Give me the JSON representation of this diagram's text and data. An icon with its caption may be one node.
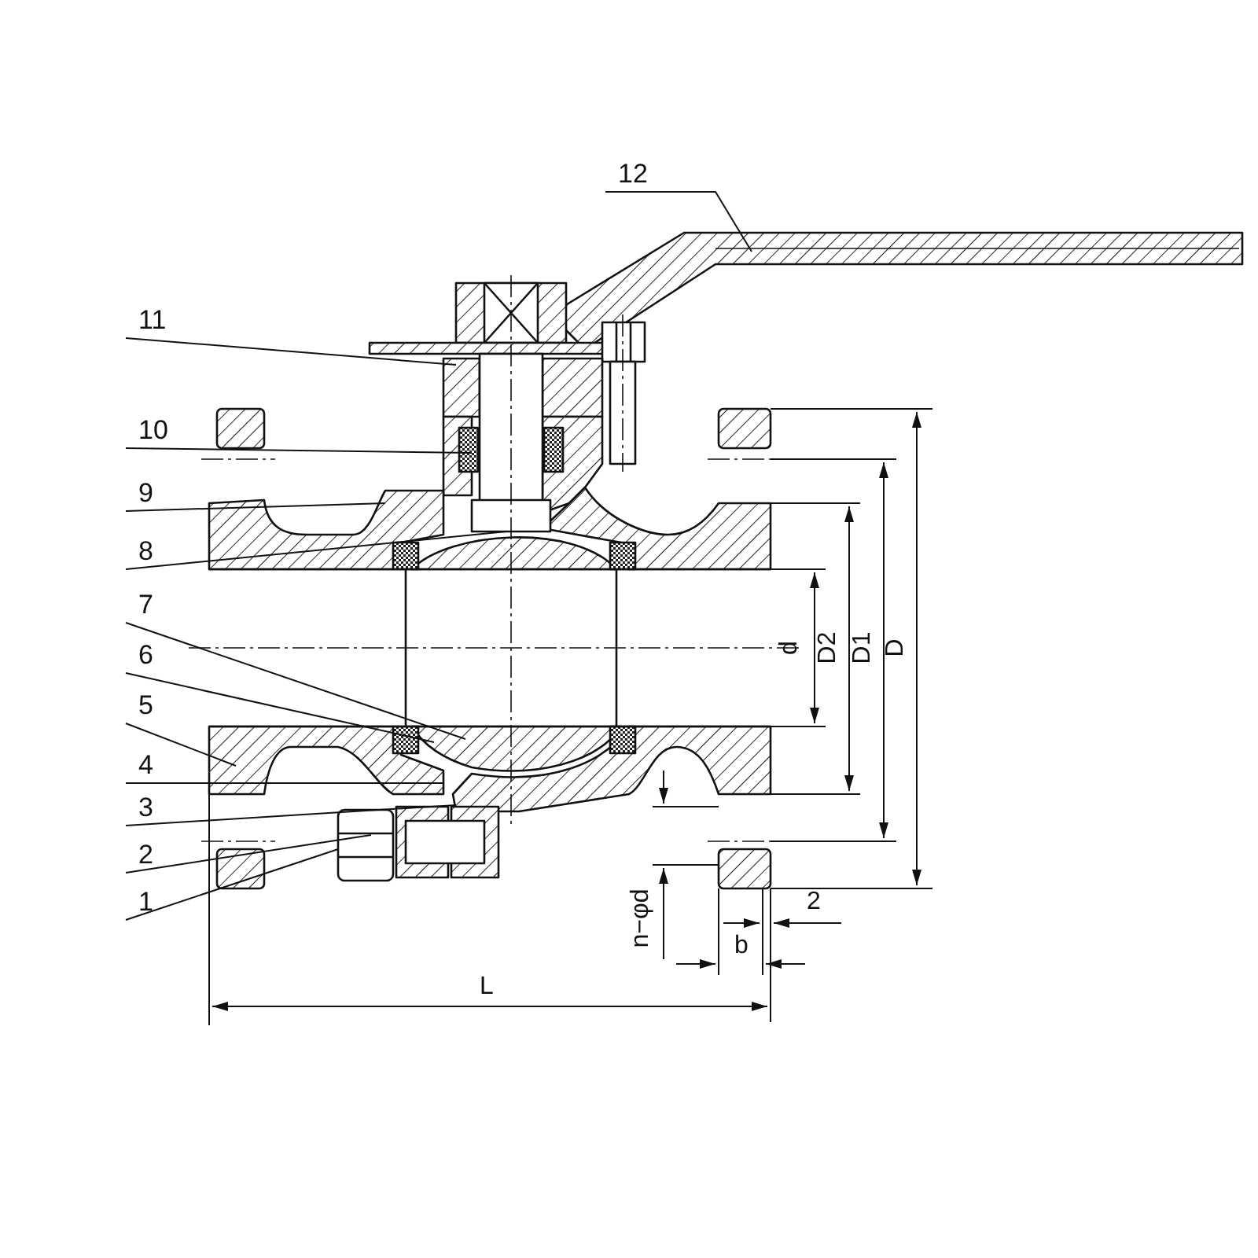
{
  "diagram": {
    "nodes": [
      {
        "text": [
          "12"
        ]
      },
      {
        "text": [
          "11"
        ]
      },
      {
        "text": [
          "10"
        ]
      },
      {
        "text": [
          "9"
        ]
      },
      {
        "text": [
          "8"
        ]
      },
      {
        "text": [
          "7"
        ]
      },
      {
        "text": [
          "6"
        ]
      },
      {
        "text": [
          "5"
        ]
      },
      {
        "text": [
          "4"
        ]
      },
      {
        "text": [
          "3"
        ]
      },
      {
        "text": [
          "2"
        ]
      },
      {
        "text": [
          "1"
        ]
      }
    ],
    "edges": [
      {
        "from": 0,
        "to": null,
        "arrow": "none"
      },
      {
        "from": 1,
        "to": null,
        "arrow": "none"
      },
      {
        "from": 2,
        "to": null,
        "arrow": "none"
      },
      {
        "from": 3,
        "to": null,
        "arrow": "none"
      },
      {
        "from": 4,
        "to": null,
        "arrow": "none"
      },
      {
        "from": 5,
        "to": null,
        "arrow": "none"
      },
      {
        "from": 6,
        "to": null,
        "arrow": "none"
      },
      {
        "from": 7,
        "to": null,
        "arrow": "none"
      },
      {
        "from": 8,
        "to": null,
        "arrow": "none"
      },
      {
        "from": 9,
        "to": null,
        "arrow": "none"
      },
      {
        "from": 10,
        "to": null,
        "arrow": "none"
      },
      {
        "from": 11,
        "to": null,
        "arrow": "none"
      }
    ],
    "labels": [
      "d",
      "D2",
      "D1",
      "D",
      "2",
      "n−φd",
      "b",
      "L"
    ]
  }
}
